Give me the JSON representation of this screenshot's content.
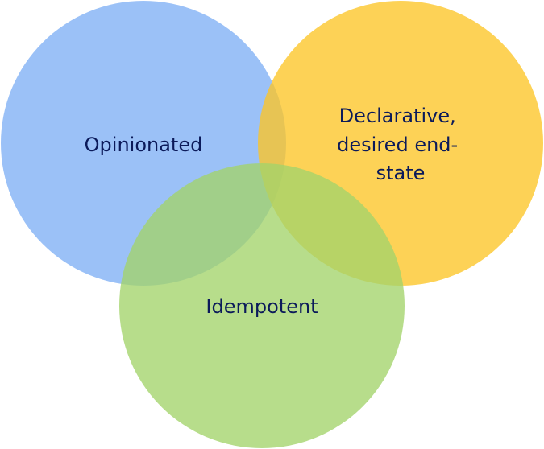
{
  "colors": {
    "opinionated": "#7fb0f5",
    "declarative": "#fdc526",
    "idempotent": "#a3d46a",
    "label": "#0b1a5a"
  },
  "diagram": {
    "opinionated": {
      "label": "Opinionated"
    },
    "declarative": {
      "label_lines": [
        "Declarative,",
        "desired end-",
        "state"
      ]
    },
    "idempotent": {
      "label": "Idempotent"
    }
  }
}
